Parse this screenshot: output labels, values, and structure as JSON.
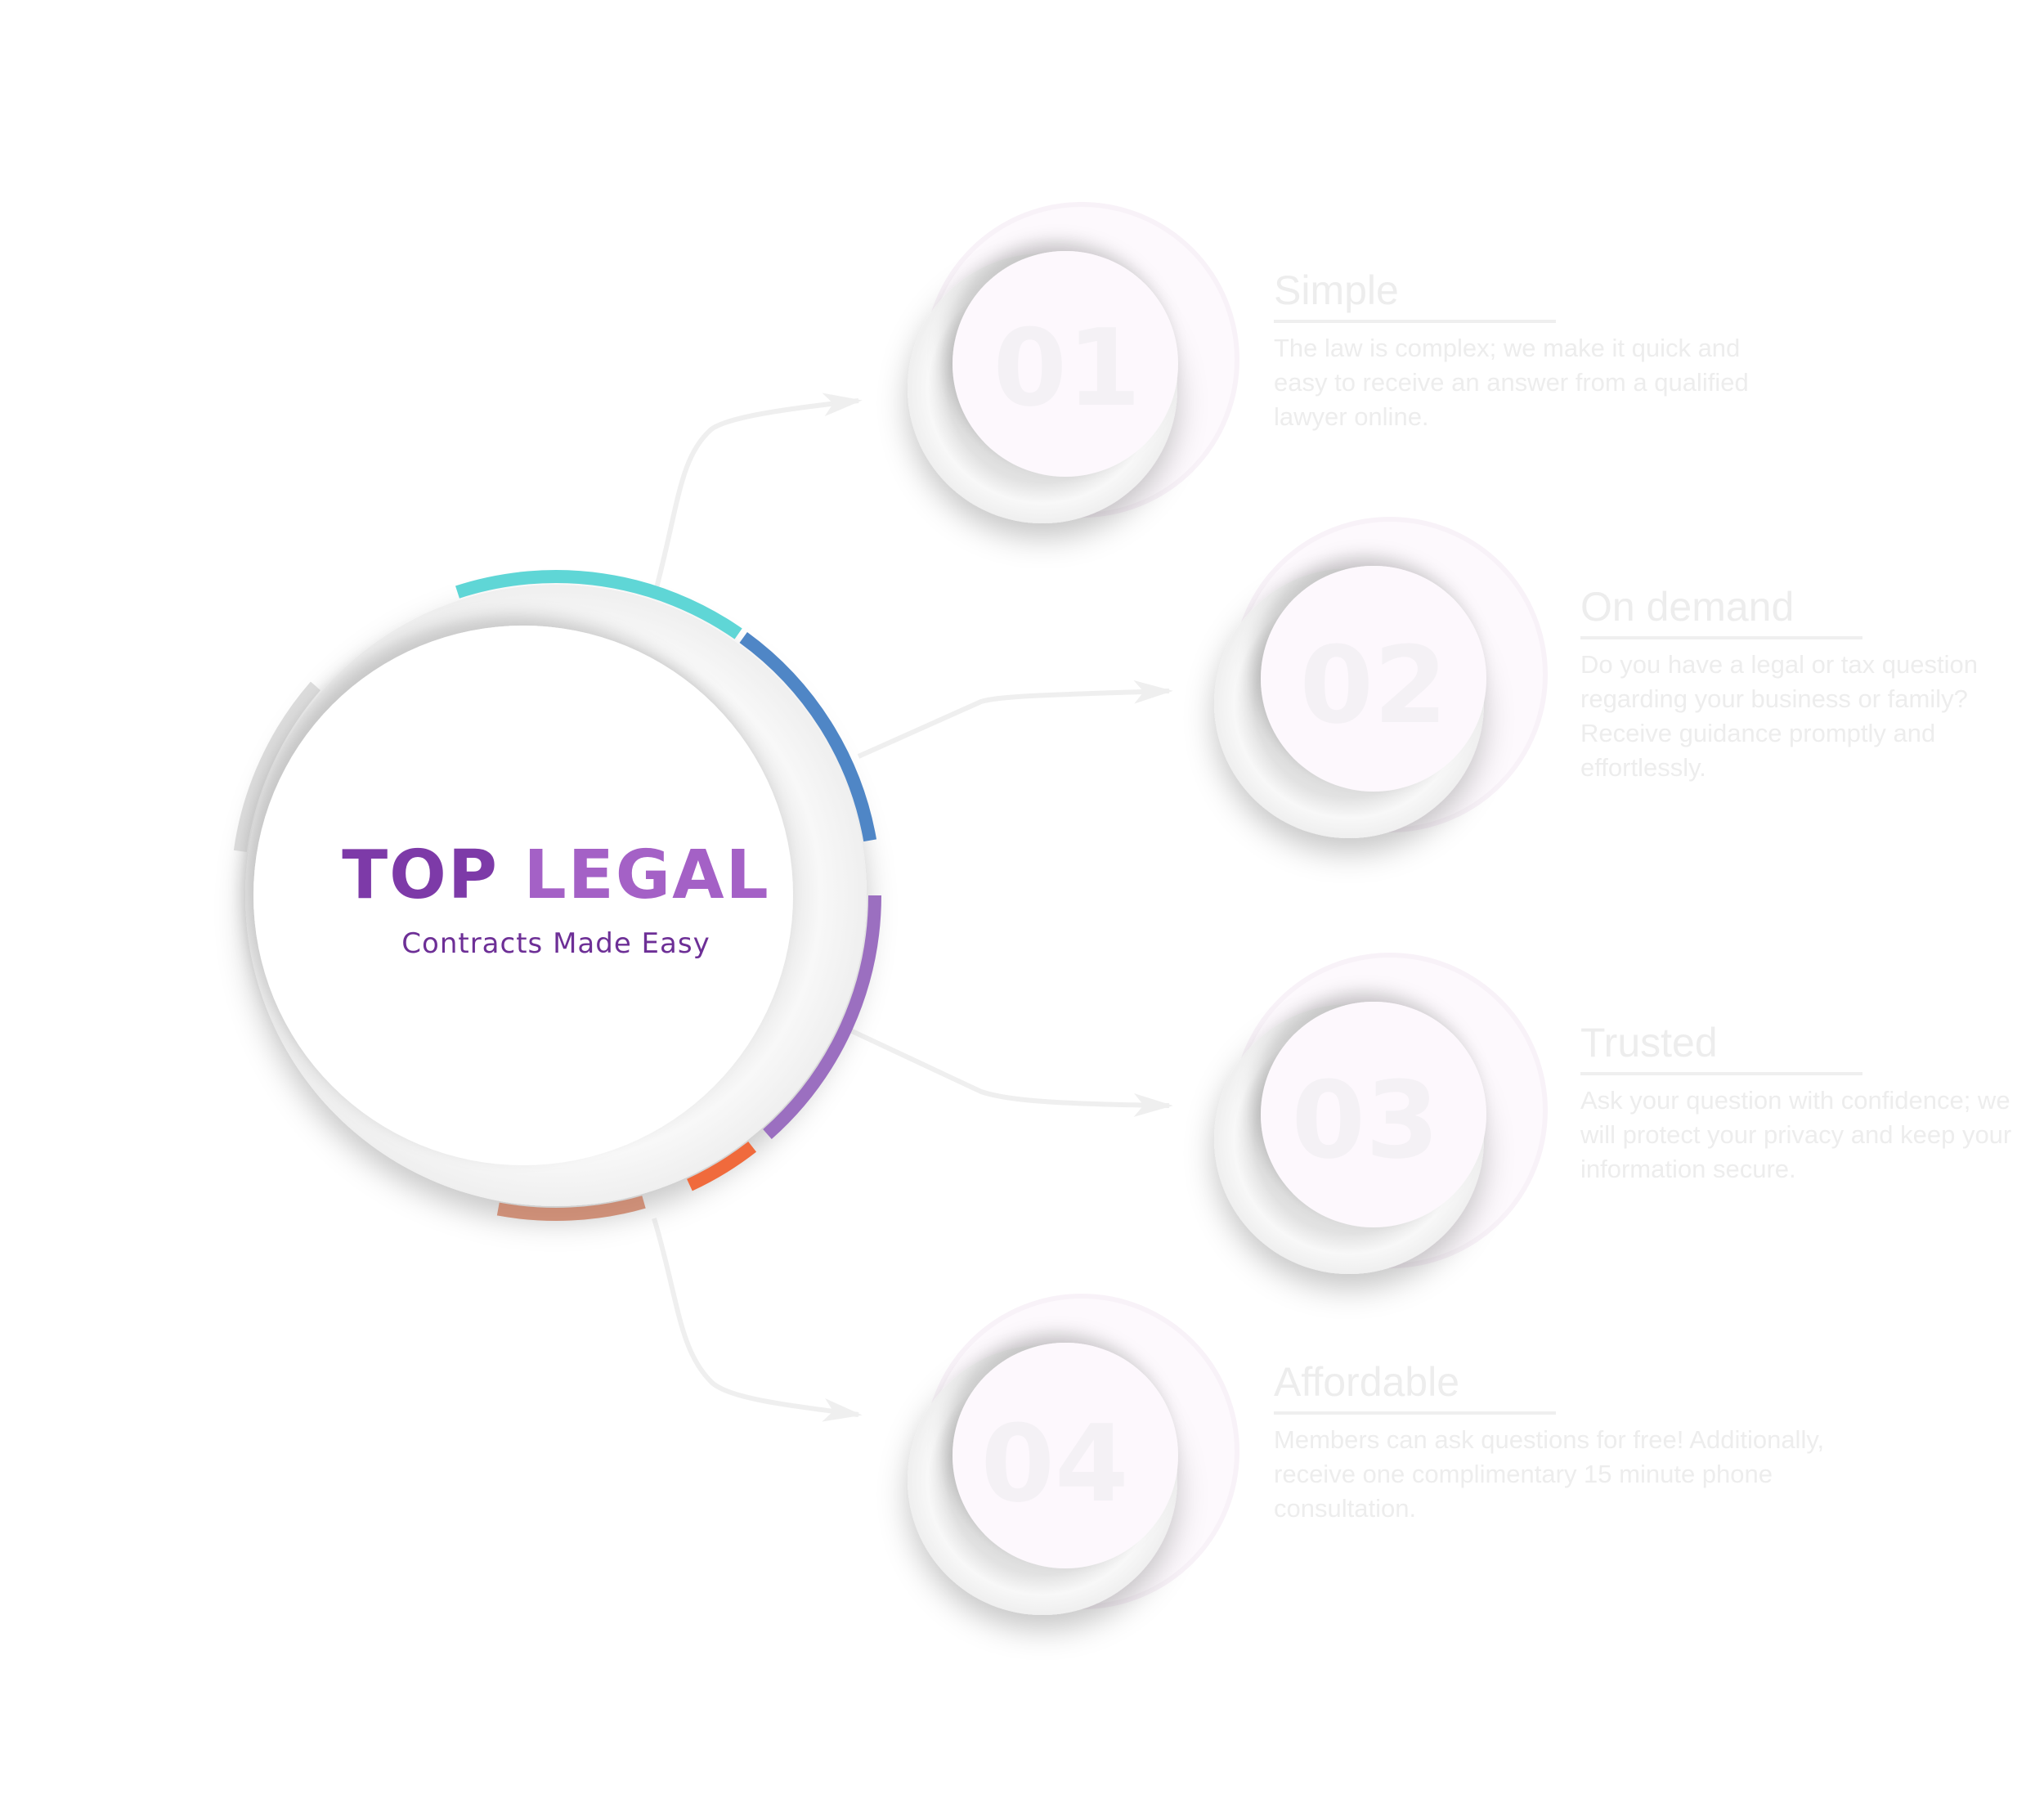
{
  "logo": {
    "brand_part1": "TOP ",
    "brand_part2": "LEGAL",
    "tagline": "Contracts Made Easy"
  },
  "features": [
    {
      "number": "01",
      "title": "Simple",
      "description": "The law is complex; we make it quick and easy to receive an answer from a qualified lawyer online."
    },
    {
      "number": "02",
      "title": "On demand",
      "description": "Do you have a legal or tax question regarding your business or family? Receive guidance promptly and effortlessly."
    },
    {
      "number": "03",
      "title": "Trusted",
      "description": "Ask your question with confidence; we will protect your privacy and keep your information secure."
    },
    {
      "number": "04",
      "title": "Affordable",
      "description": "Members can ask questions for free! Additionally, receive one complimentary 15 minute phone consultation."
    }
  ],
  "colors": {
    "brand_purple": "#7d3aa8",
    "brand_light_purple": "#a461c6",
    "ring_teal": "#5fd6d6",
    "ring_blue": "#4f86c6",
    "ring_purple": "#9b6fc0",
    "ring_orange": "#f06a3c",
    "ring_rust": "#c87a5e",
    "ring_grey": "#d6d6d6"
  }
}
